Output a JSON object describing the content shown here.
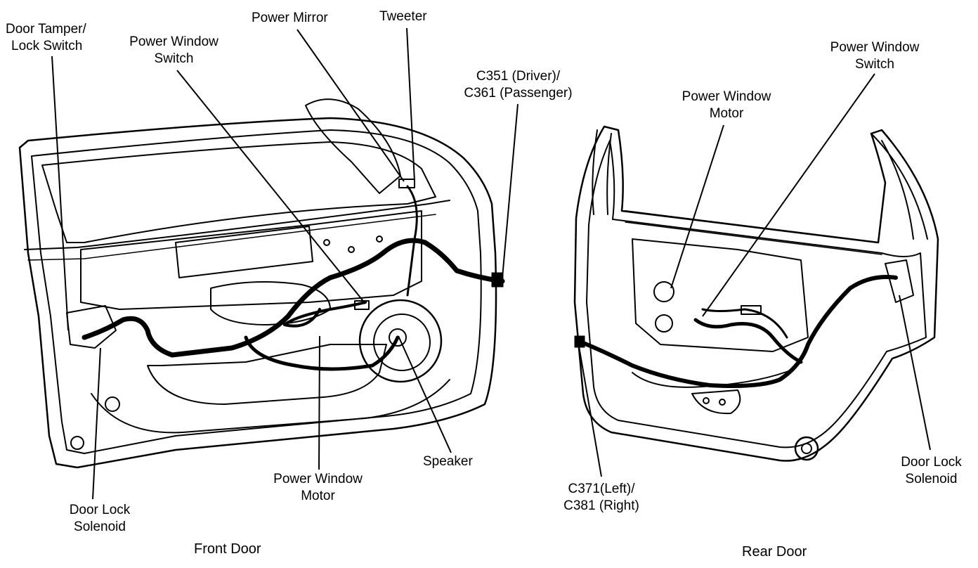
{
  "labels": {
    "front_door_tamper": [
      "Door Tamper/",
      "Lock Switch"
    ],
    "front_power_window_switch": [
      "Power Window",
      "Switch"
    ],
    "front_power_mirror": "Power Mirror",
    "front_tweeter": "Tweeter",
    "front_connector": [
      "C351 (Driver)/",
      "C361 (Passenger)"
    ],
    "front_power_window_motor": [
      "Power Window",
      "Motor"
    ],
    "front_speaker": "Speaker",
    "front_door_lock_solenoid": [
      "Door Lock",
      "Solenoid"
    ],
    "rear_power_window_switch": [
      "Power Window",
      "Switch"
    ],
    "rear_power_window_motor": [
      "Power Window",
      "Motor"
    ],
    "rear_door_lock_solenoid": [
      "Door Lock",
      "Solenoid"
    ],
    "rear_connector": [
      "C371(Left)/",
      "C381 (Right)"
    ]
  },
  "captions": {
    "front_door": "Front Door",
    "rear_door": "Rear Door"
  }
}
